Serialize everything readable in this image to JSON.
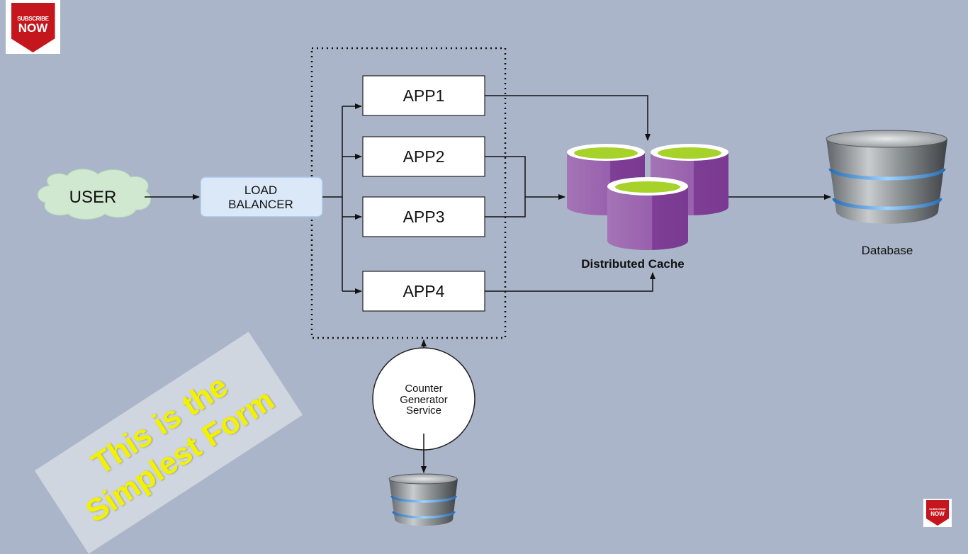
{
  "nodes": {
    "user": "USER",
    "load_balancer": [
      "LOAD",
      "BALANCER"
    ],
    "apps": [
      "APP1",
      "APP2",
      "APP3",
      "APP4"
    ],
    "distributed_cache": "Distributed Cache",
    "database": "Database",
    "counter_service": [
      "Counter",
      "Generator",
      "Service"
    ]
  },
  "badges": {
    "subscribe_small": "SUBSCRIBE",
    "subscribe_big": "NOW"
  },
  "banner": "This is the Simplest Form",
  "colors": {
    "background": "#aab5c9",
    "cache_purple": "#9b5fae",
    "cache_top": "#a6d22a",
    "user_cloud": "#cfe8cf",
    "load_balancer_fill": "#dbe8f8",
    "banner_text": "#f2f200",
    "badge_red": "#c4161c"
  }
}
